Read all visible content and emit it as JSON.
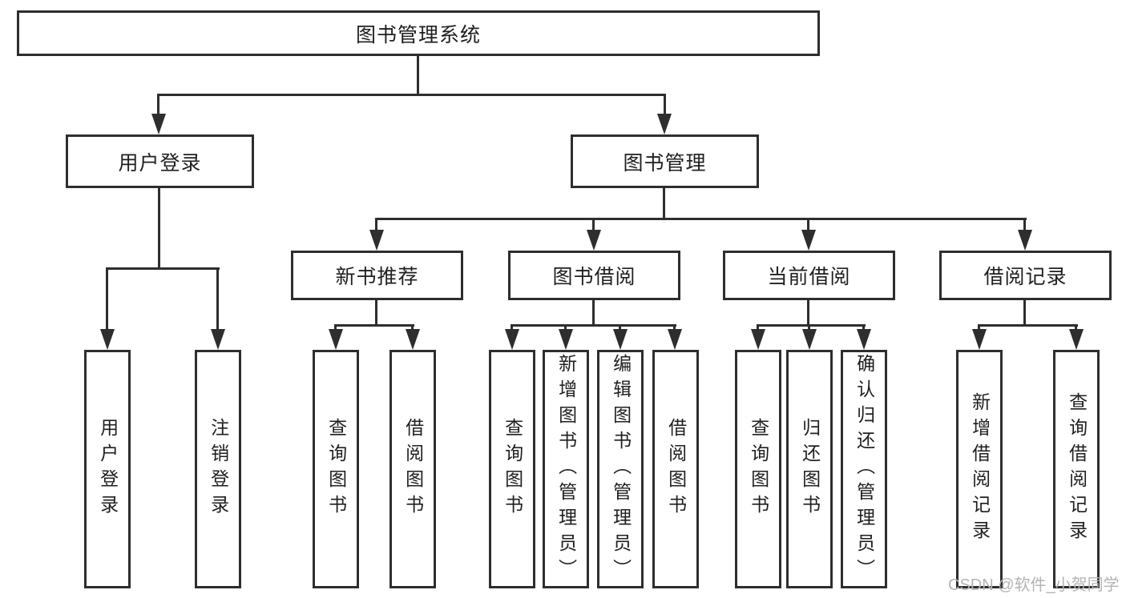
{
  "nodes": {
    "root": "图书管理系统",
    "user_login": "用户登录",
    "book_mgmt": "图书管理",
    "new_book_rec": "新书推荐",
    "book_borrow": "图书借阅",
    "current_borrow": "当前借阅",
    "borrow_record": "借阅记录",
    "leaf_user_login": "用户登录",
    "leaf_logout": "注销登录",
    "leaf_nbr_query": "查询图书",
    "leaf_nbr_borrow": "借阅图书",
    "leaf_bb_query": "查询图书",
    "leaf_bb_add": "新增图书（管理员）",
    "leaf_bb_edit": "编辑图书（管理员）",
    "leaf_bb_borrow": "借阅图书",
    "leaf_cb_query": "查询图书",
    "leaf_cb_return": "归还图书",
    "leaf_cb_confirm": "确认归还（管理员）",
    "leaf_br_add": "新增借阅记录",
    "leaf_br_query": "查询借阅记录"
  },
  "watermark": "CSDN @软件_小贺同学",
  "colors": {
    "line": "#2e2e2e",
    "text": "#1f1f1f",
    "watermark": "#b3b3b3",
    "background": "#ffffff"
  }
}
